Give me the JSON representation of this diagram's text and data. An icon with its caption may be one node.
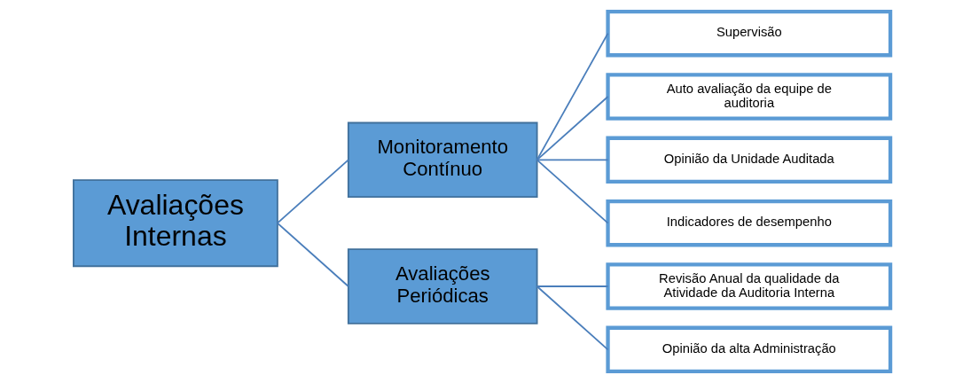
{
  "diagram": {
    "nodes": [
      {
        "text": [
          "Avaliações Internas"
        ]
      },
      {
        "text": [
          "Monitoramento Contínuo"
        ]
      },
      {
        "text": [
          "Supervisão"
        ]
      },
      {
        "text": [
          "Auto avaliação da equipe de auditoria"
        ]
      },
      {
        "text": [
          "Opinião da Unidade Auditada"
        ]
      },
      {
        "text": [
          "Indicadores de desempenho"
        ]
      },
      {
        "text": [
          "Avaliações Periódicas"
        ]
      },
      {
        "text": [
          "Revisão Anual da qualidade da Atividade da Auditoria Interna"
        ]
      },
      {
        "text": [
          "Opinião da alta Administração"
        ]
      }
    ],
    "edges": [
      {
        "from": 0,
        "to": 1,
        "arrow": "none"
      },
      {
        "from": 0,
        "to": 6,
        "arrow": "none"
      },
      {
        "from": 1,
        "to": 2,
        "arrow": "none"
      },
      {
        "from": 1,
        "to": 3,
        "arrow": "none"
      },
      {
        "from": 1,
        "to": 4,
        "arrow": "none"
      },
      {
        "from": 1,
        "to": 5,
        "arrow": "none"
      },
      {
        "from": 6,
        "to": 7,
        "arrow": "none"
      },
      {
        "from": 6,
        "to": 8,
        "arrow": "none"
      }
    ]
  }
}
